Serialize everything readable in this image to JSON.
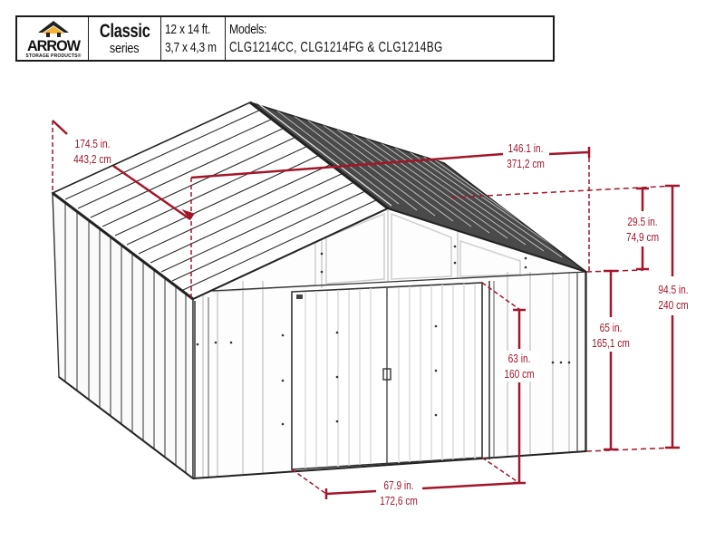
{
  "header": {
    "brand": {
      "name": "ARROW",
      "tagline": "STORAGE PRODUCTS®",
      "logo_colors": {
        "roof_outline": "#222222",
        "roof_fill": "#f2b233"
      }
    },
    "series": {
      "title": "Classic",
      "subtitle": "series"
    },
    "size": {
      "imperial": "12 x 14 ft.",
      "metric": "3,7 x 4,3 m"
    },
    "models": {
      "label": "Models:",
      "list": "CLG1214CC,  CLG1214FG  &  CLG1214BG"
    }
  },
  "diagram": {
    "subject": "metal storage shed, isometric view",
    "accent_color": "#a3162a",
    "line_color": "#333333",
    "dimensions": {
      "depth": {
        "imperial": "174.5 in.",
        "metric": "443,2 cm"
      },
      "width": {
        "imperial": "146.1 in.",
        "metric": "371,2 cm"
      },
      "roof_height": {
        "imperial": "29.5 in.",
        "metric": "74,9 cm"
      },
      "total_height": {
        "imperial": "94.5 in.",
        "metric": "240 cm"
      },
      "wall_height": {
        "imperial": "65 in.",
        "metric": "165,1 cm"
      },
      "door_height": {
        "imperial": "63 in.",
        "metric": "160 cm"
      },
      "door_width": {
        "imperial": "67.9 in.",
        "metric": "172,6 cm"
      }
    }
  }
}
